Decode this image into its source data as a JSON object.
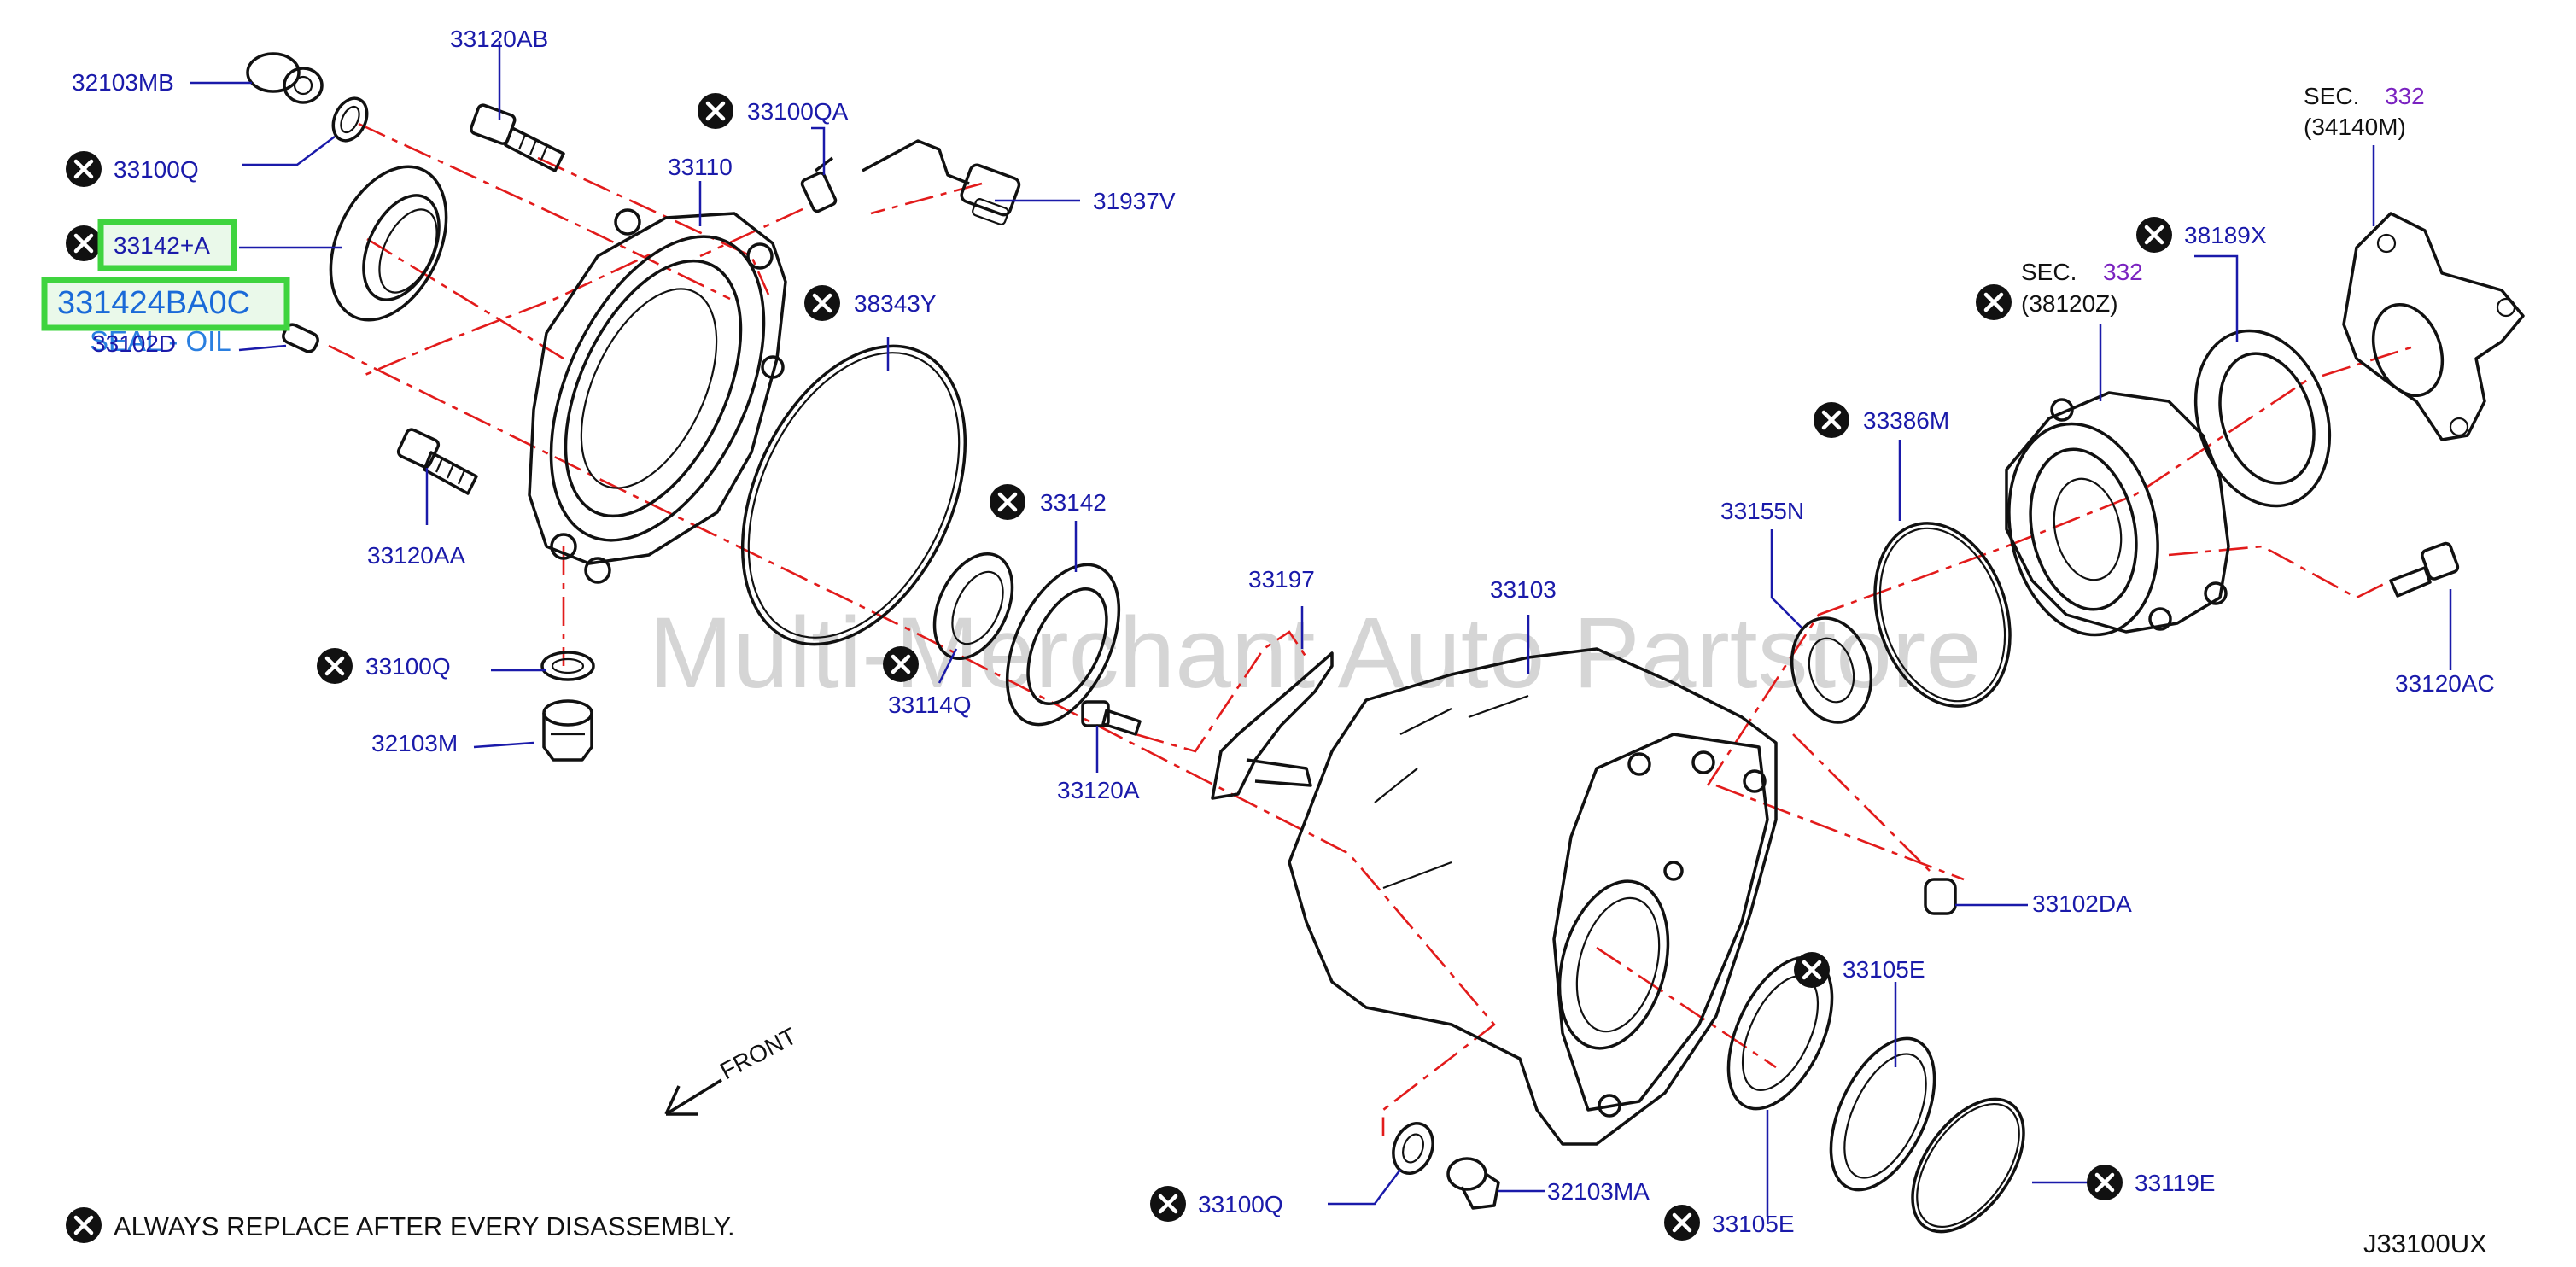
{
  "watermark": "Multi-Merchant Auto Partstore",
  "diagram_code": "J33100UX",
  "footnote": "ALWAYS  REPLACE  AFTER  EVERY  DISASSEMBLY.",
  "front_label": "FRONT",
  "highlight": {
    "callout": "33142+A",
    "part_number": "331424BA0C",
    "description": "SEAL - OIL"
  },
  "labels": {
    "p32103MB": "32103MB",
    "p33120AB": "33120AB",
    "p33100QA": "33100QA",
    "p33110": "33110",
    "p31937V": "31937V",
    "p33100Q_top": "33100Q",
    "p33102D": "33102D",
    "p38343Y": "38343Y",
    "p33120AA": "33120AA",
    "p33100Q_mid": "33100Q",
    "p32103M": "32103M",
    "p33142": "33142",
    "p33114Q": "33114Q",
    "p33120A": "33120A",
    "p33197": "33197",
    "p33103": "33103",
    "p33155N": "33155N",
    "p33386M": "33386M",
    "p38189X": "38189X",
    "p33120AC": "33120AC",
    "p33102DA": "33102DA",
    "p33105E_top": "33105E",
    "p33105E_bot": "33105E",
    "p33119E": "33119E",
    "p33100Q_bot": "33100Q",
    "p32103MA": "32103MA"
  },
  "sections": {
    "sec1": {
      "prefix": "SEC.",
      "number": "332",
      "ref": "(38120Z)"
    },
    "sec2": {
      "prefix": "SEC.",
      "number": "332",
      "ref": "(34140M)"
    }
  },
  "colors": {
    "label": "#1a1aaa",
    "centerline": "#e21b1b",
    "section_number": "#7a22c0",
    "highlight_border": "#3fd43f"
  },
  "icons": {
    "replace_marker": "x-circle-icon"
  }
}
